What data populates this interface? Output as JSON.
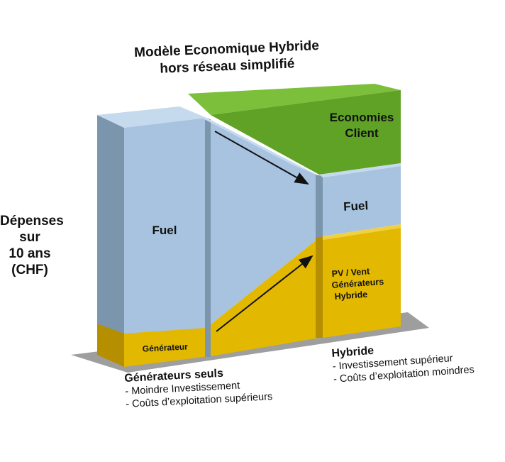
{
  "title_line1": "Modèle Economique Hybride",
  "title_line2": "hors réseau simplifié",
  "y_axis": [
    "Dépenses",
    "sur",
    "10 ans",
    "(CHF)"
  ],
  "labels": {
    "fuel_left": "Fuel",
    "generateur": "Générateur",
    "economies_1": "Economies",
    "economies_2": "Client",
    "fuel_right": "Fuel",
    "pv_1": "PV / Vent",
    "pv_2": "Générateurs",
    "pv_3": "Hybride"
  },
  "notes": {
    "left": {
      "heading": "Générateurs seuls",
      "items": [
        "- Moindre Investissement",
        "- Coûts d’exploitation supérieurs"
      ]
    },
    "right": {
      "heading": "Hybride",
      "items": [
        "- Investissement supérieur",
        "- Coûts d’exploitation moindres"
      ]
    }
  },
  "colors": {
    "fuel": "#a7c3e0",
    "fuel_side": "#7b95ad",
    "fuel_top": "#c6daee",
    "generator": "#e3b800",
    "generator_dark": "#b58f00",
    "generator_top": "#f1d040",
    "savings": "#5fa226",
    "savings_dark": "#3f7a14",
    "savings_top": "#7cbf3a",
    "floor": "#9e9e9e"
  }
}
